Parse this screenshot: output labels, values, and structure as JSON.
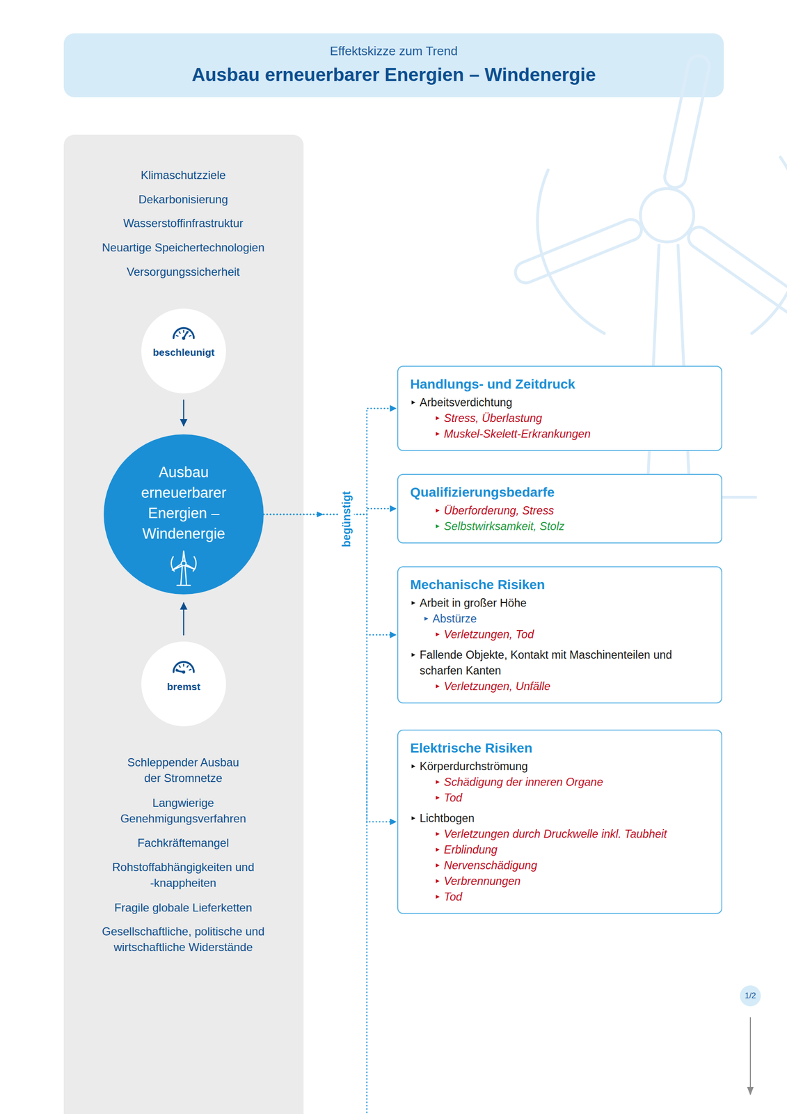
{
  "diagram": {
    "title": "Ausbau erneuerbarer Energien – Windenergie",
    "nodes": [
      {
        "text": [
          "beschleunigt"
        ]
      },
      {
        "text": [
          "Ausbau erneuerbarer Energien – Windenergie"
        ]
      },
      {
        "text": [
          "bremst"
        ]
      },
      {
        "text": [
          "Handlungs- und Zeitdruck",
          "Arbeitsverdichtung",
          "Stress, Überlastung",
          "Muskel-Skelett-Erkrankungen"
        ]
      },
      {
        "text": [
          "Qualifizierungsbedarfe",
          "Überforderung, Stress",
          "Selbstwirksamkeit, Stolz"
        ]
      },
      {
        "text": [
          "Mechanische Risiken",
          "Arbeit in großer Höhe",
          "Abstürze",
          "Verletzungen, Tod",
          "Fallende Objekte, Kontakt mit Maschinenteilen und scharfen Kanten",
          "Verletzungen, Unfälle"
        ]
      },
      {
        "text": [
          "Elektrische Risiken",
          "Körperdurchströmung",
          "Schädigung der inneren Organe",
          "Tod",
          "Lichtbogen",
          "Verletzungen durch Druckwelle inkl. Taubheit",
          "Erblindung",
          "Nervenschädigung",
          "Verbrennungen",
          "Tod"
        ]
      }
    ],
    "edges": [
      {
        "from": 0,
        "to": 1,
        "arrow": "to"
      },
      {
        "from": 2,
        "to": 1,
        "arrow": "to"
      },
      {
        "from": 1,
        "to": 3,
        "label": "begünstigt",
        "arrow": "to"
      },
      {
        "from": 1,
        "to": 4,
        "arrow": "to"
      },
      {
        "from": 1,
        "to": 5,
        "arrow": "to"
      },
      {
        "from": 1,
        "to": 6,
        "arrow": "to"
      }
    ],
    "labels": [
      "Effektskizze zum Trend",
      "Klimaschutzziele",
      "Dekarbonisierung",
      "Wasserstoffinfrastruktur",
      "Neuartige Speichertechnologien",
      "Versorgungssicherheit",
      "Schleppender Ausbau der Stromnetze",
      "Langwierige Genehmigungsverfahren",
      "Fachkräftemangel",
      "Rohstoffabhängigkeiten und -knappheiten",
      "Fragile globale Lieferketten",
      "Gesellschaftliche, politische und wirtschaftliche Widerstände",
      "1/2"
    ]
  }
}
